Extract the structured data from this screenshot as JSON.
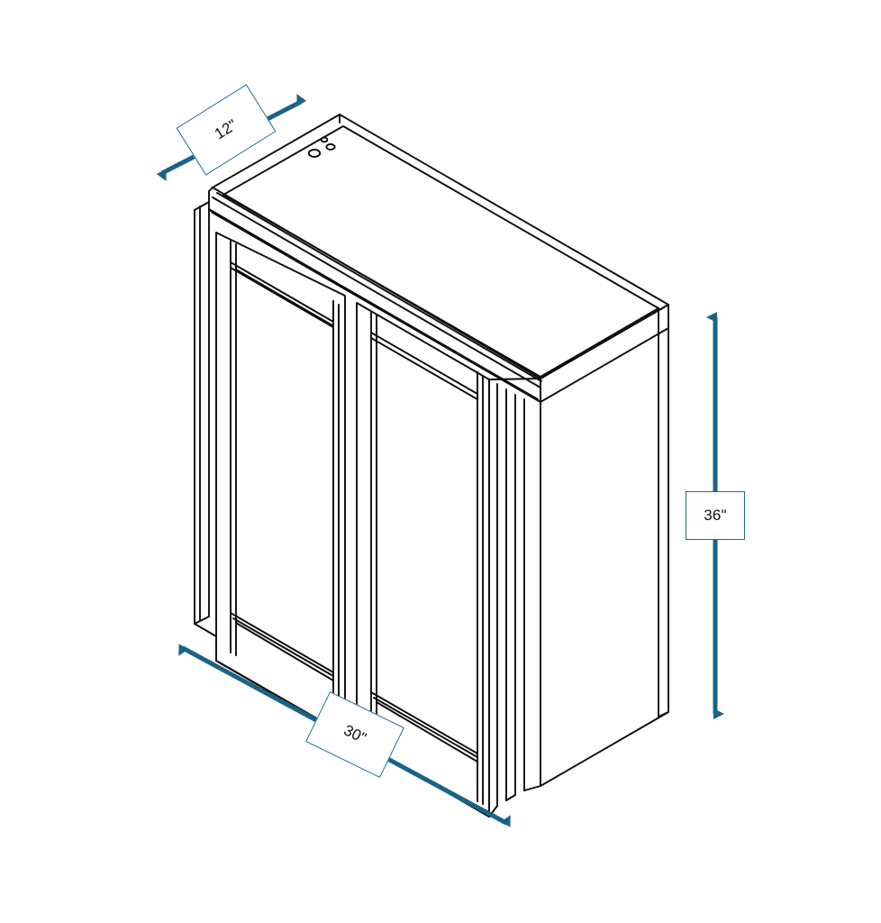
{
  "drawing": {
    "title": "Wall Cabinet Dimensioned Isometric Drawing",
    "subject": "two-door wall cabinet",
    "projection": "isometric",
    "background_color": "#ffffff",
    "line_color": "#0d0d0d",
    "dimension_color": "#1a6387",
    "dimension_box_border_color": "#1f6f94",
    "dimension_text_color": "#111111"
  },
  "dimensions": {
    "depth": {
      "name": "depth",
      "value": "12\"",
      "axis": "depth-receding-to-upper-right",
      "arrow": "double-headed"
    },
    "width": {
      "name": "width",
      "value": "30\"",
      "axis": "width-front-bottom-edge",
      "arrow": "double-headed"
    },
    "height": {
      "name": "height",
      "value": "36\"",
      "axis": "vertical-right-side",
      "arrow": "double-headed"
    }
  },
  "cabinet": {
    "door_count": 2,
    "doors": [
      {
        "name": "left-door",
        "style": "shaker-recessed-panel"
      },
      {
        "name": "right-door",
        "style": "shaker-recessed-panel"
      }
    ],
    "top_panel": {
      "name": "cabinet-top",
      "hole_count": 3
    },
    "side_panel": {
      "name": "cabinet-right-side"
    }
  }
}
